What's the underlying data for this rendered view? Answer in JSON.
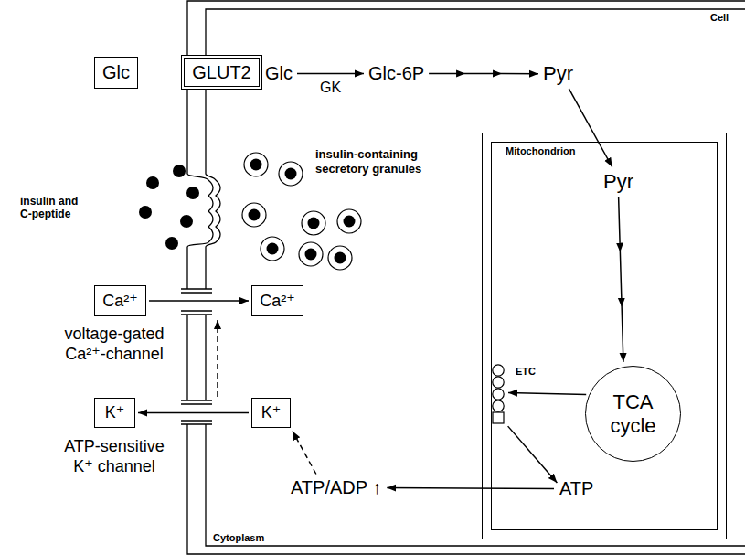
{
  "diagram": {
    "nodes": [
      {
        "text": [
          "Cell",
          "Cytoplasm"
        ]
      },
      {
        "text": [
          "Glc"
        ]
      },
      {
        "text": [
          "GLUT2"
        ]
      },
      {
        "text": [
          "Glc"
        ],
        "in": 0
      },
      {
        "text": [
          "Glc-6P"
        ],
        "in": 0
      },
      {
        "text": [
          "Pyr"
        ],
        "in": 0
      },
      {
        "text": [
          "Mitochondrion"
        ],
        "in": 0
      },
      {
        "text": [
          "Pyr"
        ],
        "in": 6
      },
      {
        "text": [
          "TCA cycle"
        ],
        "in": 6
      },
      {
        "text": [
          "ETC"
        ],
        "in": 6
      },
      {
        "text": [
          "ATP"
        ],
        "in": 6
      },
      {
        "text": [
          "Ca²⁺"
        ]
      },
      {
        "text": [
          "Ca²⁺"
        ],
        "in": 0
      },
      {
        "text": [
          "K⁺"
        ]
      },
      {
        "text": [
          "K⁺"
        ],
        "in": 0
      },
      {
        "text": [
          "ATP/ADP ↑"
        ],
        "in": 0
      }
    ],
    "edges": [
      {
        "from": 3,
        "to": 4,
        "label": "GK",
        "arrow": "to"
      },
      {
        "from": 4,
        "to": 5,
        "arrow": "to"
      },
      {
        "from": 5,
        "to": 7,
        "arrow": "to"
      },
      {
        "from": 7,
        "to": 8,
        "arrow": "to"
      },
      {
        "from": 8,
        "to": 9,
        "arrow": "to"
      },
      {
        "from": 9,
        "to": 10,
        "arrow": "to"
      },
      {
        "from": 10,
        "to": 15,
        "arrow": "to"
      },
      {
        "from": 15,
        "to": 14,
        "arrow": "to"
      },
      {
        "from": 14,
        "to": 13,
        "arrow": "to"
      },
      {
        "from": 11,
        "to": 12,
        "arrow": "to"
      }
    ],
    "labels": [
      "insulin-containing secretory granules",
      "insulin and C-peptide",
      "voltage-gated Ca²⁺-channel",
      "ATP-sensitive K⁺ channel"
    ]
  }
}
